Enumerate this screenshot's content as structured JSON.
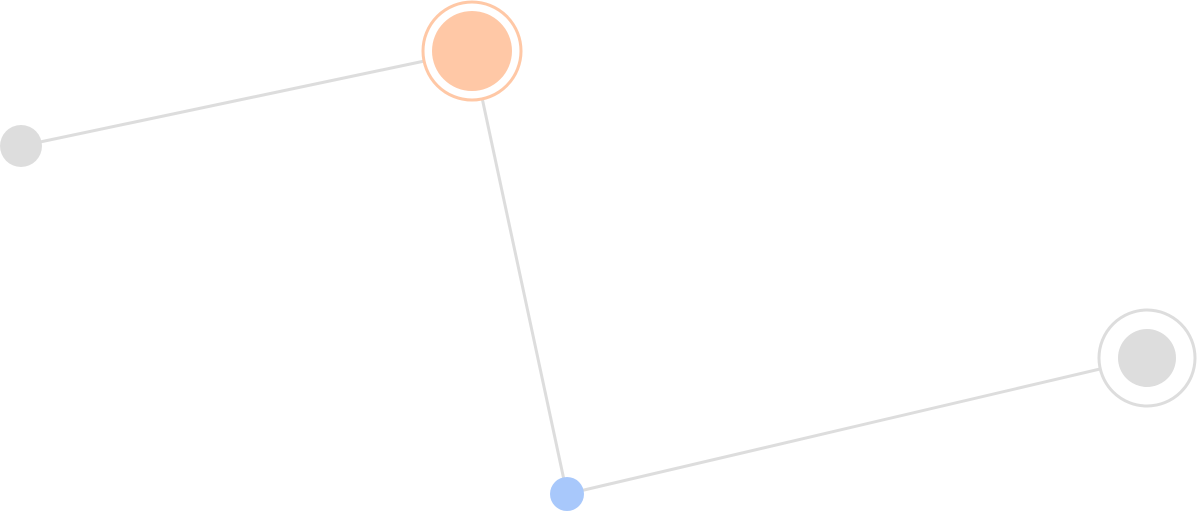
{
  "colors": {
    "background": "#ffffff",
    "edge": "#dddddd",
    "node_neutral": "#dddddd",
    "node_highlight": "#ffc8a6",
    "ring_highlight": "#ffc8a6",
    "node_accent": "#a8c8fb"
  },
  "graph": {
    "nodes": [
      {
        "id": "left",
        "state": "neutral",
        "ringed": false
      },
      {
        "id": "top",
        "state": "highlight",
        "ringed": true
      },
      {
        "id": "bottom",
        "state": "accent",
        "ringed": false
      },
      {
        "id": "right",
        "state": "neutral",
        "ringed": true
      }
    ],
    "edges": [
      {
        "from": "left",
        "to": "top"
      },
      {
        "from": "top",
        "to": "bottom"
      },
      {
        "from": "bottom",
        "to": "right"
      }
    ]
  }
}
